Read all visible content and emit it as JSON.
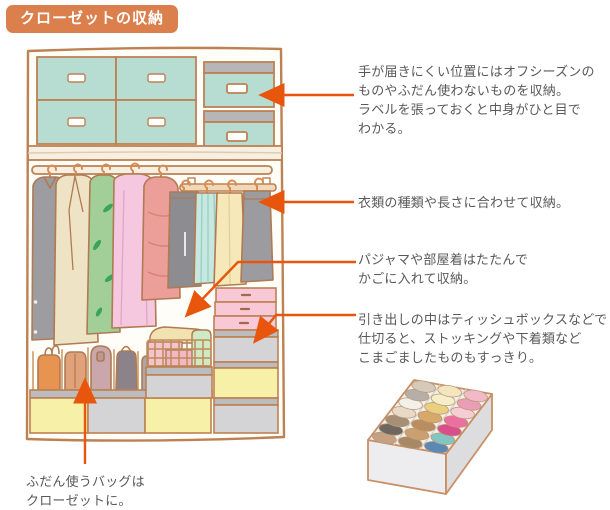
{
  "title": {
    "label": "クローゼットの収納"
  },
  "annotations": {
    "offseason": {
      "text": "手が届きにくい位置にはオフシーズンの\nものやふだん使わないものを収納。\nラベルを張っておくと中身がひと目で\nわかる。"
    },
    "clothing": {
      "text": "衣類の種類や長さに合わせて収納。"
    },
    "pajamas": {
      "text": "パジャマや部屋着はたたんで\nかごに入れて収納。"
    },
    "drawers": {
      "text": "引き出しの中はティッシュボックスなどで\n仕切ると、ストッキングや下着類など\nこまごましたものもすっきり。"
    },
    "bags": {
      "text": "ふだん使うバッグは\nクローゼットに。"
    }
  },
  "colors": {
    "accent_orange": "#db7f4c",
    "arrow_orange": "#e8560d",
    "outline_brown": "#bd8152",
    "text_gray": "#595959",
    "teal_box": "#b7dcd2",
    "pink_drawer": "#f8c8d6",
    "yellow_drawer": "#f6f0a8",
    "gray_drawer": "#d4d4d6"
  },
  "icons": {
    "closet": "closet-illustration",
    "organizer": "drawer-organizer-illustration",
    "arrows": "annotation-arrows"
  }
}
